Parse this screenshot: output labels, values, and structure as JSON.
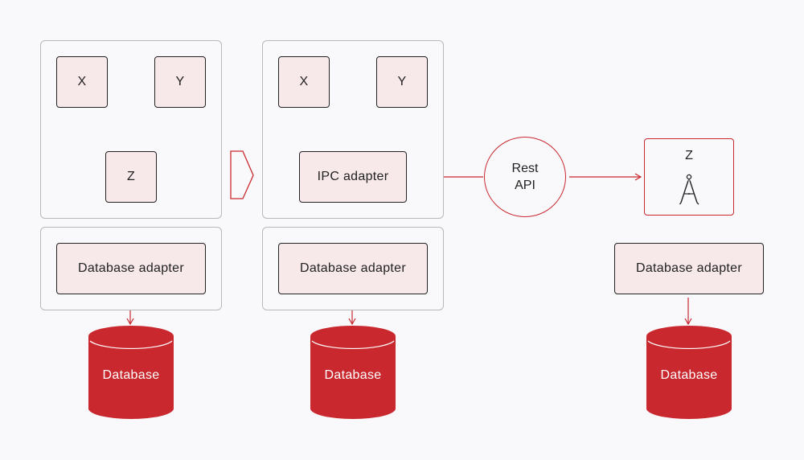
{
  "architecture_1": {
    "service": {
      "x_label": "X",
      "y_label": "Y",
      "z_label": "Z"
    },
    "database_adapter_label": "Database adapter",
    "database_label": "Database"
  },
  "architecture_2": {
    "service": {
      "x_label": "X",
      "y_label": "Y",
      "ipc_adapter_label": "IPC adapter"
    },
    "database_adapter_label": "Database adapter",
    "database_label": "Database"
  },
  "rest_api": {
    "line1": "Rest",
    "line2": "API"
  },
  "architecture_3": {
    "z_service": {
      "label": "Z",
      "icon": "compass-icon"
    },
    "database_adapter_label": "Database adapter",
    "database_label": "Database"
  },
  "colors": {
    "accent_red": "#c8282e",
    "box_fill": "#f7e8ea",
    "database_fill": "#c8282e",
    "group_border": "#b7b7bd",
    "background": "#f9f9fb"
  }
}
